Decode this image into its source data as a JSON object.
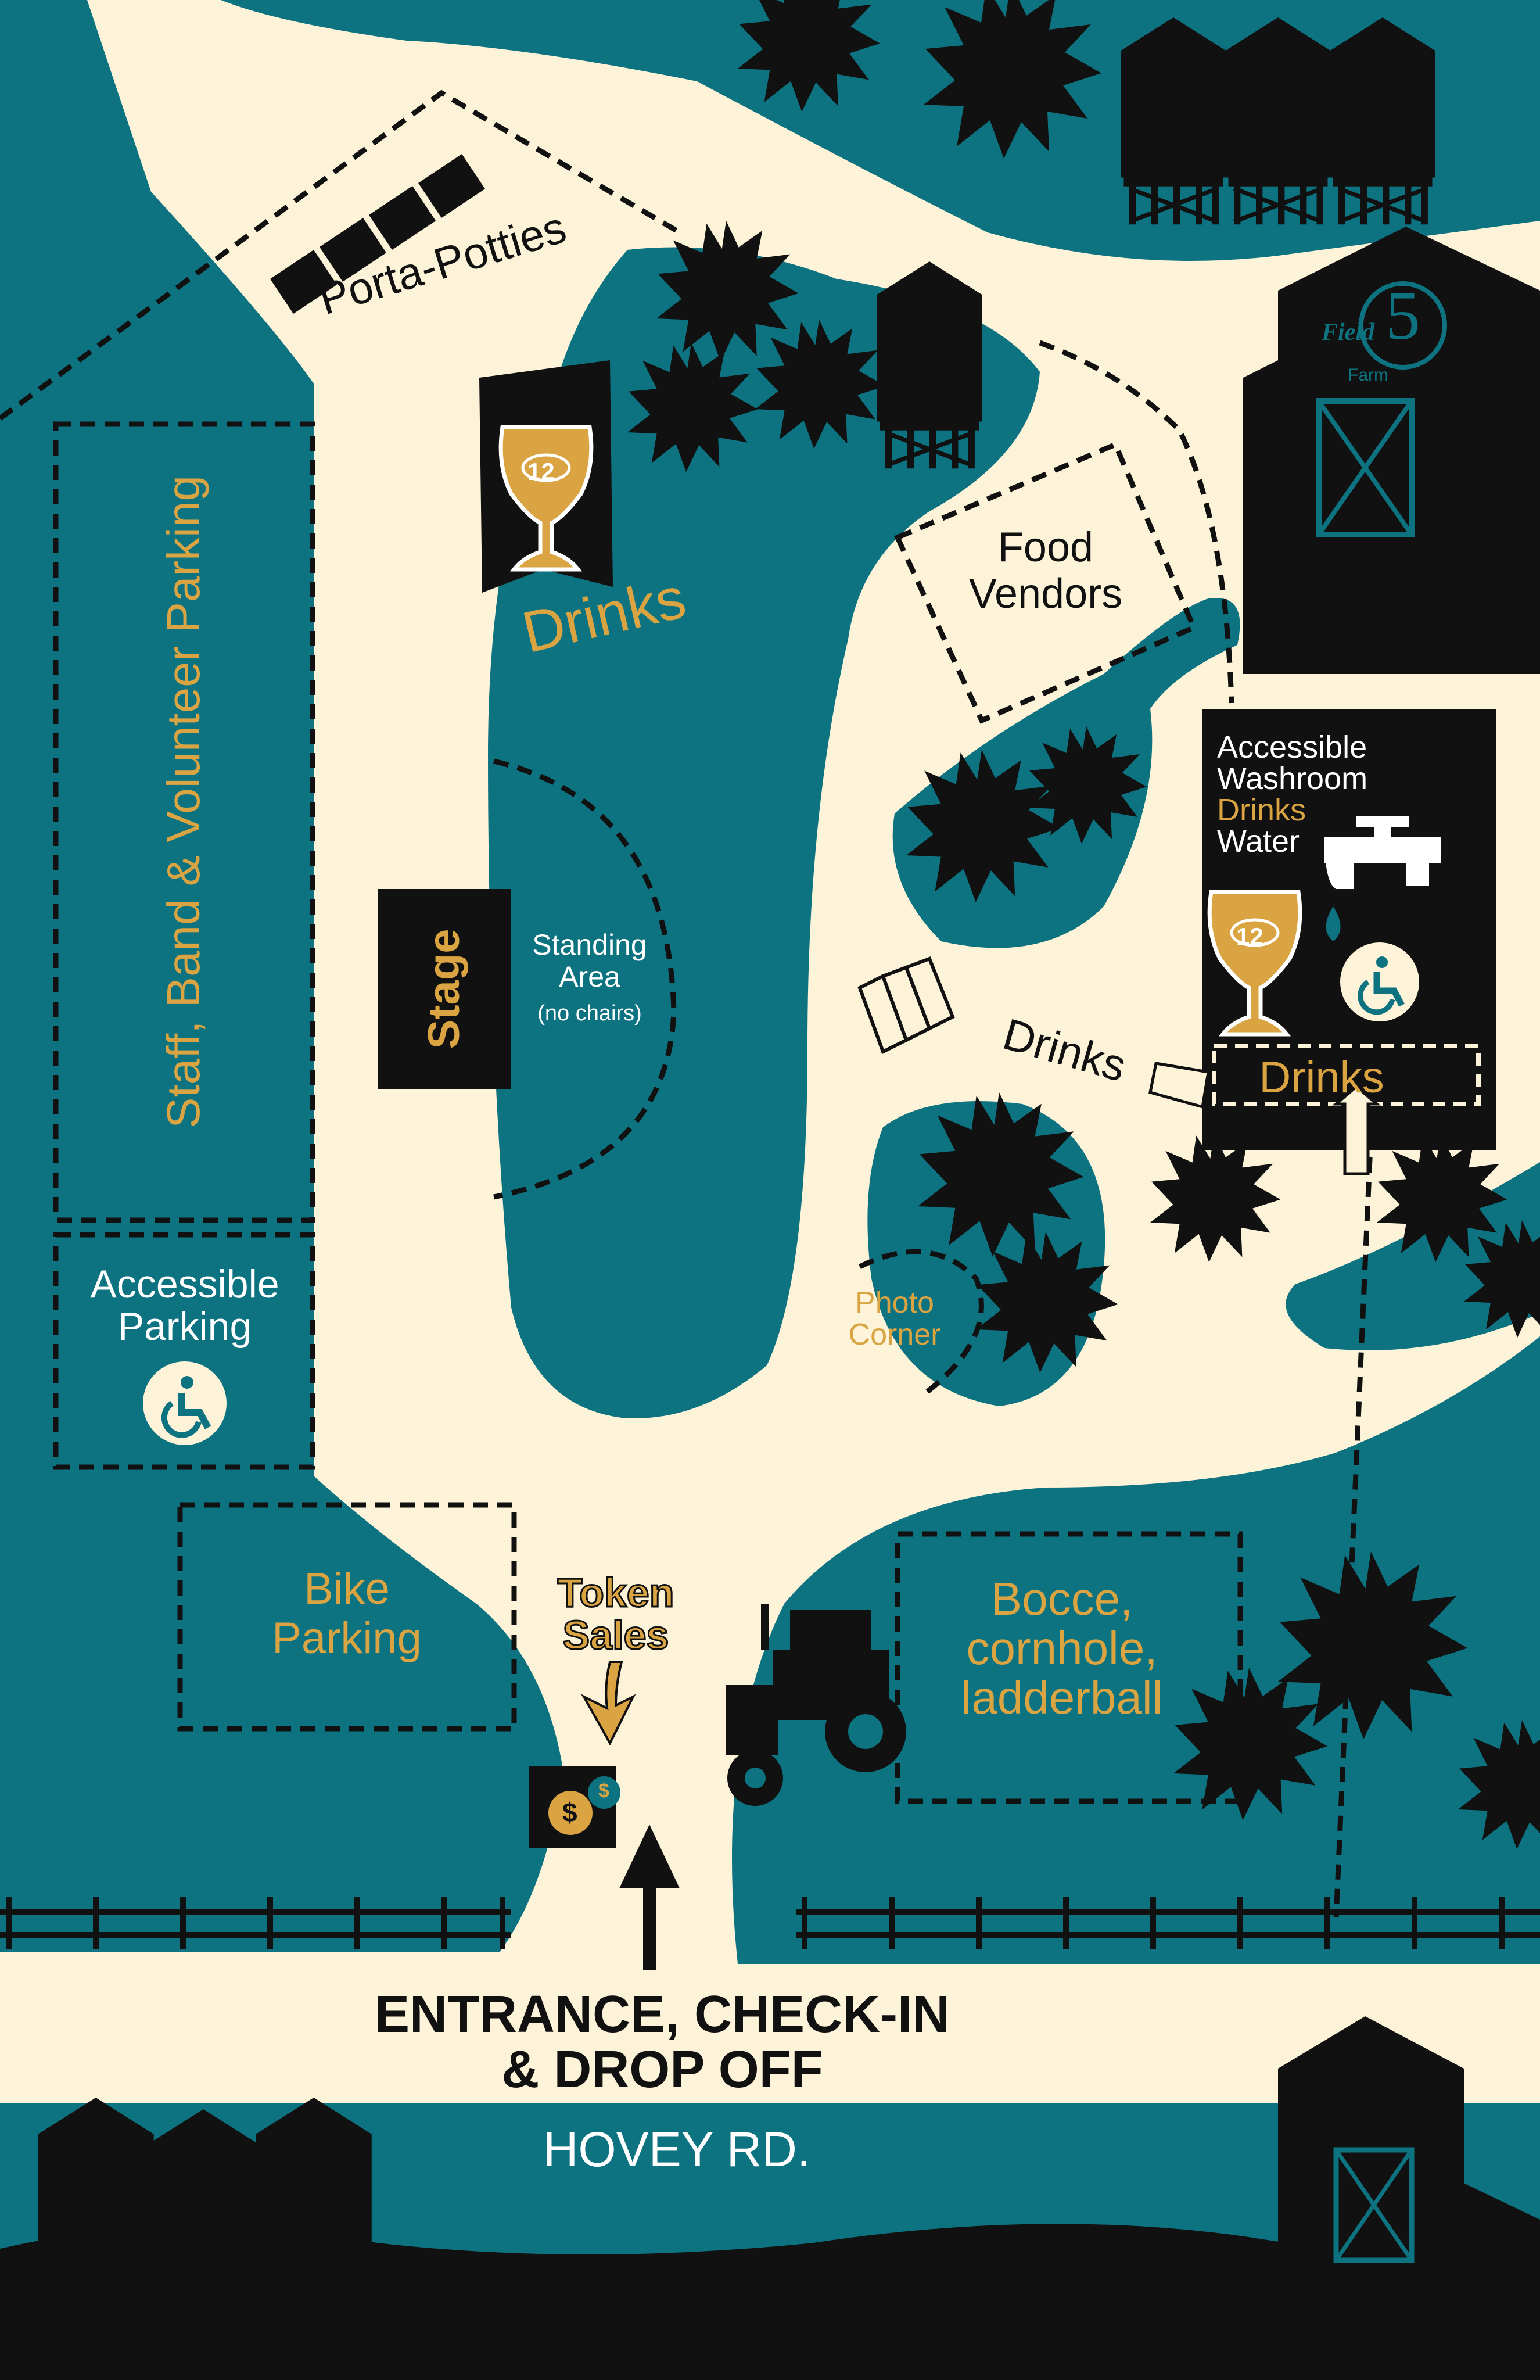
{
  "colors": {
    "teal": "#0e7381",
    "cream": "#fcf3d8",
    "black": "#111111",
    "gold": "#d9a441",
    "white": "#ffffff"
  },
  "labels": {
    "porta_potties": "Porta-Potties",
    "drinks_top": "Drinks",
    "staff_parking": "Staff, Band & Volunteer Parking",
    "stage": "Stage",
    "standing_area_line1": "Standing",
    "standing_area_line2": "Area",
    "standing_area_note": "(no chairs)",
    "food_vendors_line1": "Food",
    "food_vendors_line2": "Vendors",
    "farm_name": "Field",
    "farm_number": "5",
    "farm_sub": "Farm",
    "washroom_line1": "Accessible",
    "washroom_line2": "Washroom",
    "washroom_line3": "Drinks",
    "washroom_line4": "Water",
    "drinks_arrow": "Drinks",
    "drinks_bar": "Drinks",
    "photo_corner_line1": "Photo",
    "photo_corner_line2": "Corner",
    "accessible_parking_line1": "Accessible",
    "accessible_parking_line2": "Parking",
    "bike_parking_line1": "Bike",
    "bike_parking_line2": "Parking",
    "token_sales_line1": "Token",
    "token_sales_line2": "Sales",
    "games_line1": "Bocce,",
    "games_line2": "cornhole,",
    "games_line3": "ladderball",
    "entrance_line1": "ENTRANCE, CHECK-IN",
    "entrance_line2": "& DROP OFF",
    "road": "HOVEY RD.",
    "glass_logo": "12",
    "token_symbol_1": "$",
    "token_symbol_2": "$"
  },
  "icons": {
    "accessibility": "wheelchair-icon",
    "faucet": "faucet-icon",
    "water_drop": "water-drop-icon",
    "beer_glass": "beer-glass-icon",
    "tractor": "tractor-icon",
    "silo": "grain-silo-icon",
    "barn": "barn-icon",
    "tree": "tree-icon",
    "coins": "coins-icon",
    "arrow": "entrance-arrow-icon"
  }
}
